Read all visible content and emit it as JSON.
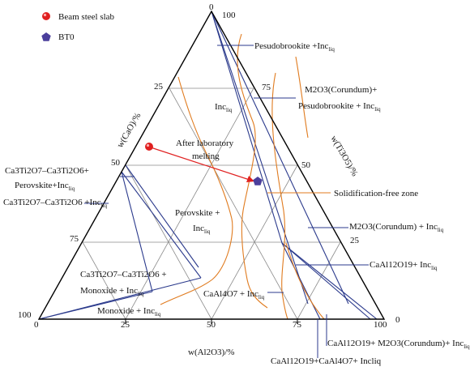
{
  "legend": {
    "items": [
      {
        "label": "Beam steel slab",
        "marker": "red-sphere",
        "color": "#e02020"
      },
      {
        "label": "BT0",
        "marker": "pentagon",
        "color": "#4b3f9c"
      }
    ]
  },
  "axes": {
    "cao": {
      "title_main": "w(CaO)/%",
      "ticks": [
        "0",
        "25",
        "50",
        "75",
        "100"
      ]
    },
    "ti3o5": {
      "title_main": "w(Ti3O5)/%",
      "ticks": [
        "100",
        "75",
        "50",
        "25",
        "0"
      ]
    },
    "al2o3": {
      "title_main": "w(Al2O3)/%",
      "ticks": [
        "0",
        "25",
        "50",
        "75",
        "100"
      ]
    }
  },
  "annotation": {
    "arrow_label_line1": "After laboratory",
    "arrow_label_line2": "melting"
  },
  "colors": {
    "triangle": "#000000",
    "phase_lines_blue": "#2b3a8c",
    "isothermal_orange": "#e07b1f",
    "grid": "#8a8a8a",
    "arrow": "#e02020",
    "point_beam": "#e02020",
    "point_bt0": "#4b3f9c"
  },
  "region_labels": {
    "inc_liq": {
      "main": "Inc",
      "sub": "liq"
    },
    "perovskite_liq": {
      "line1": "Perovskite +",
      "line2_main": "Inc",
      "line2_sub": "liq"
    },
    "ca3ti2o7_mono": {
      "line1": "Ca3Ti2O7–Ca3Ti2O6 +",
      "line2": "Monoxide + Inc",
      "line2_sub": "liq"
    },
    "monoxide_liq": {
      "main": "Monoxide + Inc",
      "sub": "liq"
    },
    "caal4o7_liq": {
      "main": "CaAl4O7 + Inc",
      "sub": "liq"
    }
  },
  "callouts": {
    "pseudobrookite": {
      "main": "Pesudobrookite +Inc",
      "sub": "liq"
    },
    "corundum_pseudo": {
      "line1": "M2O3(Corundum)+",
      "line2_main": "Pesudobrookite + Inc",
      "line2_sub": "liq"
    },
    "solidification_free": "Solidification-free zone",
    "corundum_liq": {
      "main": "M2O3(Corundum) + Inc",
      "sub": "liq"
    },
    "caal12o19_liq": {
      "main": "CaAl12O19+ Inc",
      "sub": "liq"
    },
    "caal12o19_corundum": {
      "main": "CaAl12O19+ M2O3(Corundum)+ Inc",
      "sub": "liq"
    },
    "caal12o19_caal4o7": "CaAl12O19+CaAl4O7+ Incliq",
    "ca3ti2o7_perov": {
      "line1": "Ca3Ti2O7–Ca3Ti2O6+",
      "line2": "Perovskite+Inc",
      "line2_sub": "liq"
    },
    "ca3ti2o7_ca3ti2o6": {
      "main": "Ca3Ti2O7–Ca3Ti2O6 +Inc",
      "sub": "liq"
    }
  }
}
